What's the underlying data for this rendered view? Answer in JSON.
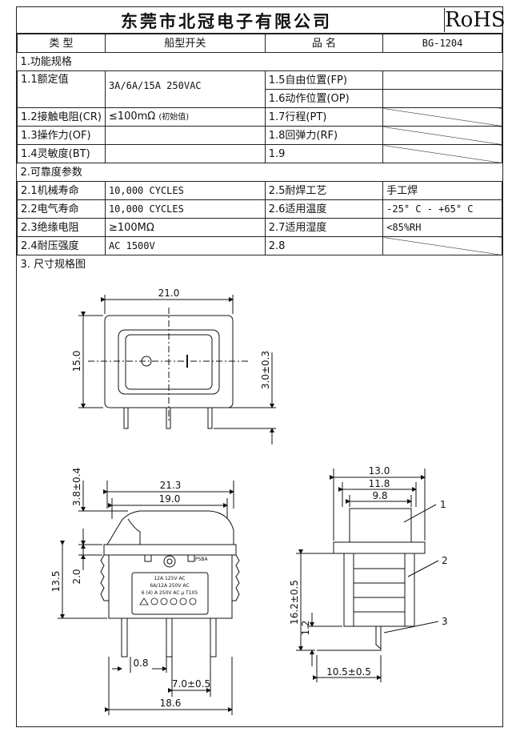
{
  "header": {
    "company": "东莞市北冠电子有限公司",
    "rohs": "RoHS"
  },
  "title_row": {
    "type_label": "类 型",
    "type_value": "船型开关",
    "name_label": "品 名",
    "name_value": "BG-1204"
  },
  "section1": {
    "title": "1.功能规格",
    "rated_label": "1.1额定值",
    "rated_value": "3A/6A/15A  250VAC",
    "fp_label": "1.5自由位置(FP)",
    "op_label": "1.6动作位置(OP)",
    "cr_label": "1.2接触电阻(CR)",
    "cr_value": "≤100mΩ",
    "cr_note": "(初始值)",
    "pt_label": "1.7行程(PT)",
    "of_label": "1.3操作力(OF)",
    "rf_label": "1.8回弹力(RF)",
    "bt_label": "1.4灵敏度(BT)",
    "item19_label": "1.9"
  },
  "section2": {
    "title": "2.可靠度参数",
    "mech_label": "2.1机械寿命",
    "mech_value": "10,000  CYCLES",
    "weld_label": "2.5耐焊工艺",
    "weld_value": "手工焊",
    "elec_label": "2.2电气寿命",
    "elec_value": "10,000  CYCLES",
    "temp_label": "2.6适用温度",
    "temp_value": "-25° C - +65° C",
    "ins_label": "2.3绝缘电阻",
    "ins_value": "≥100MΩ",
    "hum_label": "2.7适用湿度",
    "hum_value": "<85%RH",
    "volt_label": "2.4耐压强度",
    "volt_value": "AC 1500V",
    "item28_label": "2.8"
  },
  "section3": {
    "title": "3. 尺寸规格图"
  },
  "drawing": {
    "top_width": "21.0",
    "top_height": "15.0",
    "pin_len": "3.0±0.3",
    "front_width": "21.3",
    "rocker_width": "19.0",
    "rocker_height": "3.8±0.4",
    "body_height": "13.5",
    "flange": "2.0",
    "pin_w": "0.8",
    "pin_pitch": "7.0±0.5",
    "base_width": "18.6",
    "label_line1": "12A  125V  AC",
    "label_line2": "6A/12A  250V  AC",
    "label_line3": "6 (4) A  250V  AC  µ  T105",
    "mark_psba": "PSBA",
    "side_w1": "13.0",
    "side_w2": "11.8",
    "side_w3": "9.8",
    "side_h": "16.2±0.5",
    "side_pin": "1.2",
    "side_base": "10.5±0.5",
    "callout1": "1",
    "callout2": "2",
    "callout3": "3"
  }
}
